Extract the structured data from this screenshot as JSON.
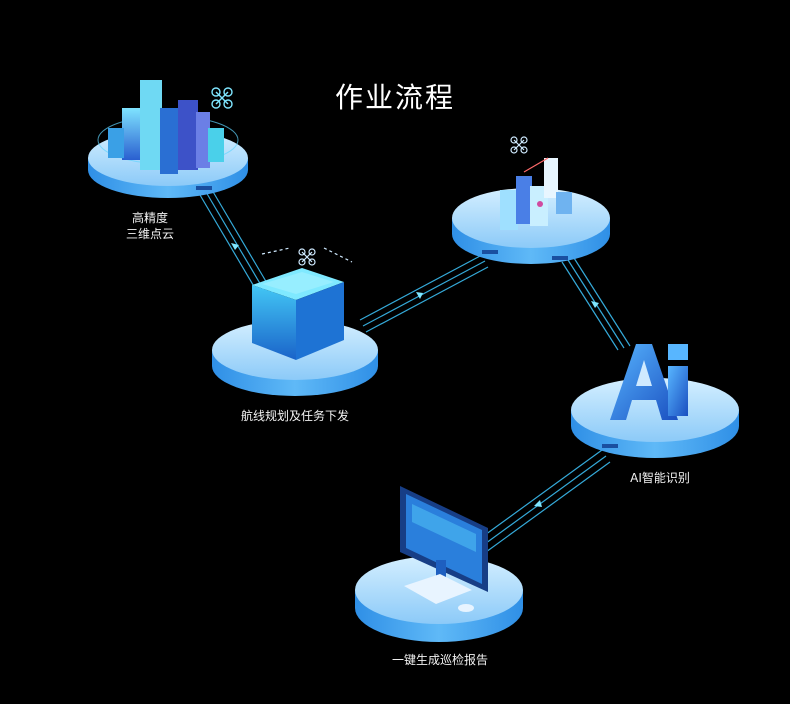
{
  "title": "作业流程",
  "steps": {
    "point_cloud": {
      "line1": "高精度",
      "line2": "三维点云"
    },
    "route_planning": {
      "label": "航线规划及任务下发"
    },
    "ai_recognition": {
      "label": "AI智能识别"
    },
    "report": {
      "label": "一键生成巡检报告"
    }
  },
  "colors": {
    "background": "#000000",
    "platform_top": "#a9dcff",
    "platform_side": "#4aa8f0",
    "accent": "#3fc8ff",
    "building": "#3a7bd8"
  }
}
